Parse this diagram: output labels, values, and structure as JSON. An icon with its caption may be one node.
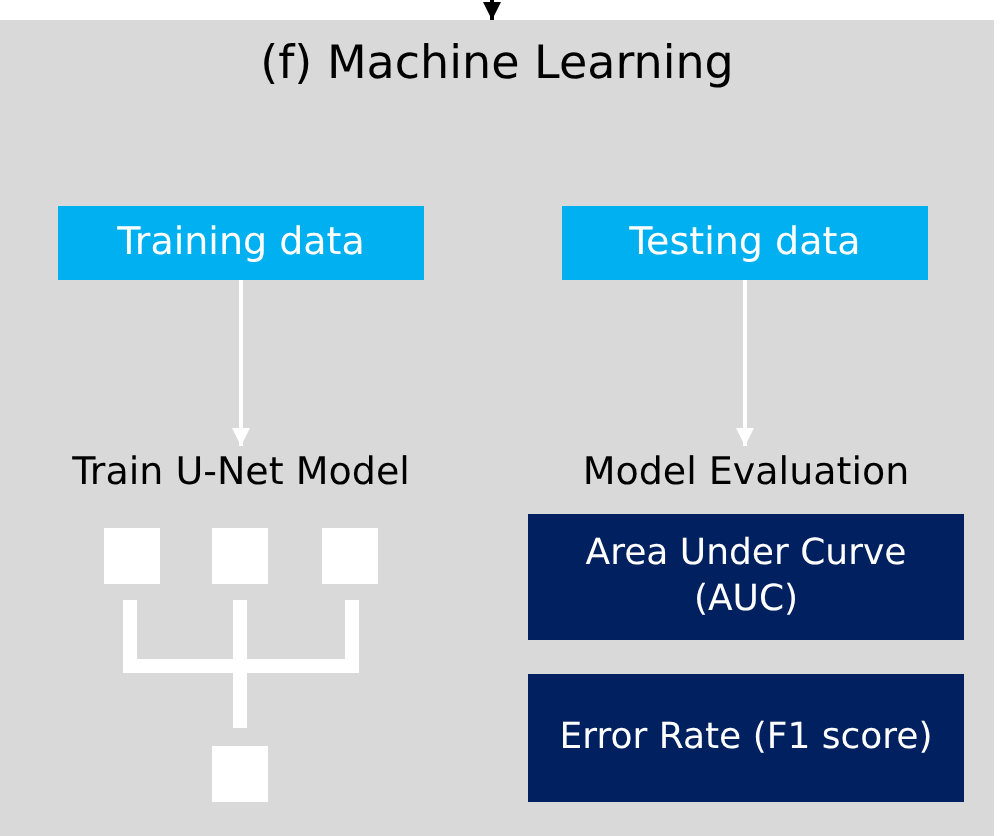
{
  "diagram": {
    "nodes": [
      {
        "text": [
          "(f) Machine Learning"
        ]
      },
      {
        "text": [
          "Training data"
        ],
        "in": 0
      },
      {
        "text": [
          "Testing data"
        ],
        "in": 0
      },
      {
        "text": [
          "Train U-Net Model"
        ],
        "in": 0
      },
      {
        "text": [
          "Model Evaluation"
        ],
        "in": 0
      },
      {
        "text": [
          "Area Under Curve (AUC)"
        ],
        "in": 0
      },
      {
        "text": [
          "Error Rate (F1 score)"
        ],
        "in": 0
      }
    ],
    "edges": [
      {
        "from": null,
        "to": 0,
        "arrow": "to",
        "color": "#000000"
      },
      {
        "from": 1,
        "to": 3,
        "arrow": "to"
      },
      {
        "from": 2,
        "to": 4,
        "arrow": "to"
      }
    ]
  }
}
